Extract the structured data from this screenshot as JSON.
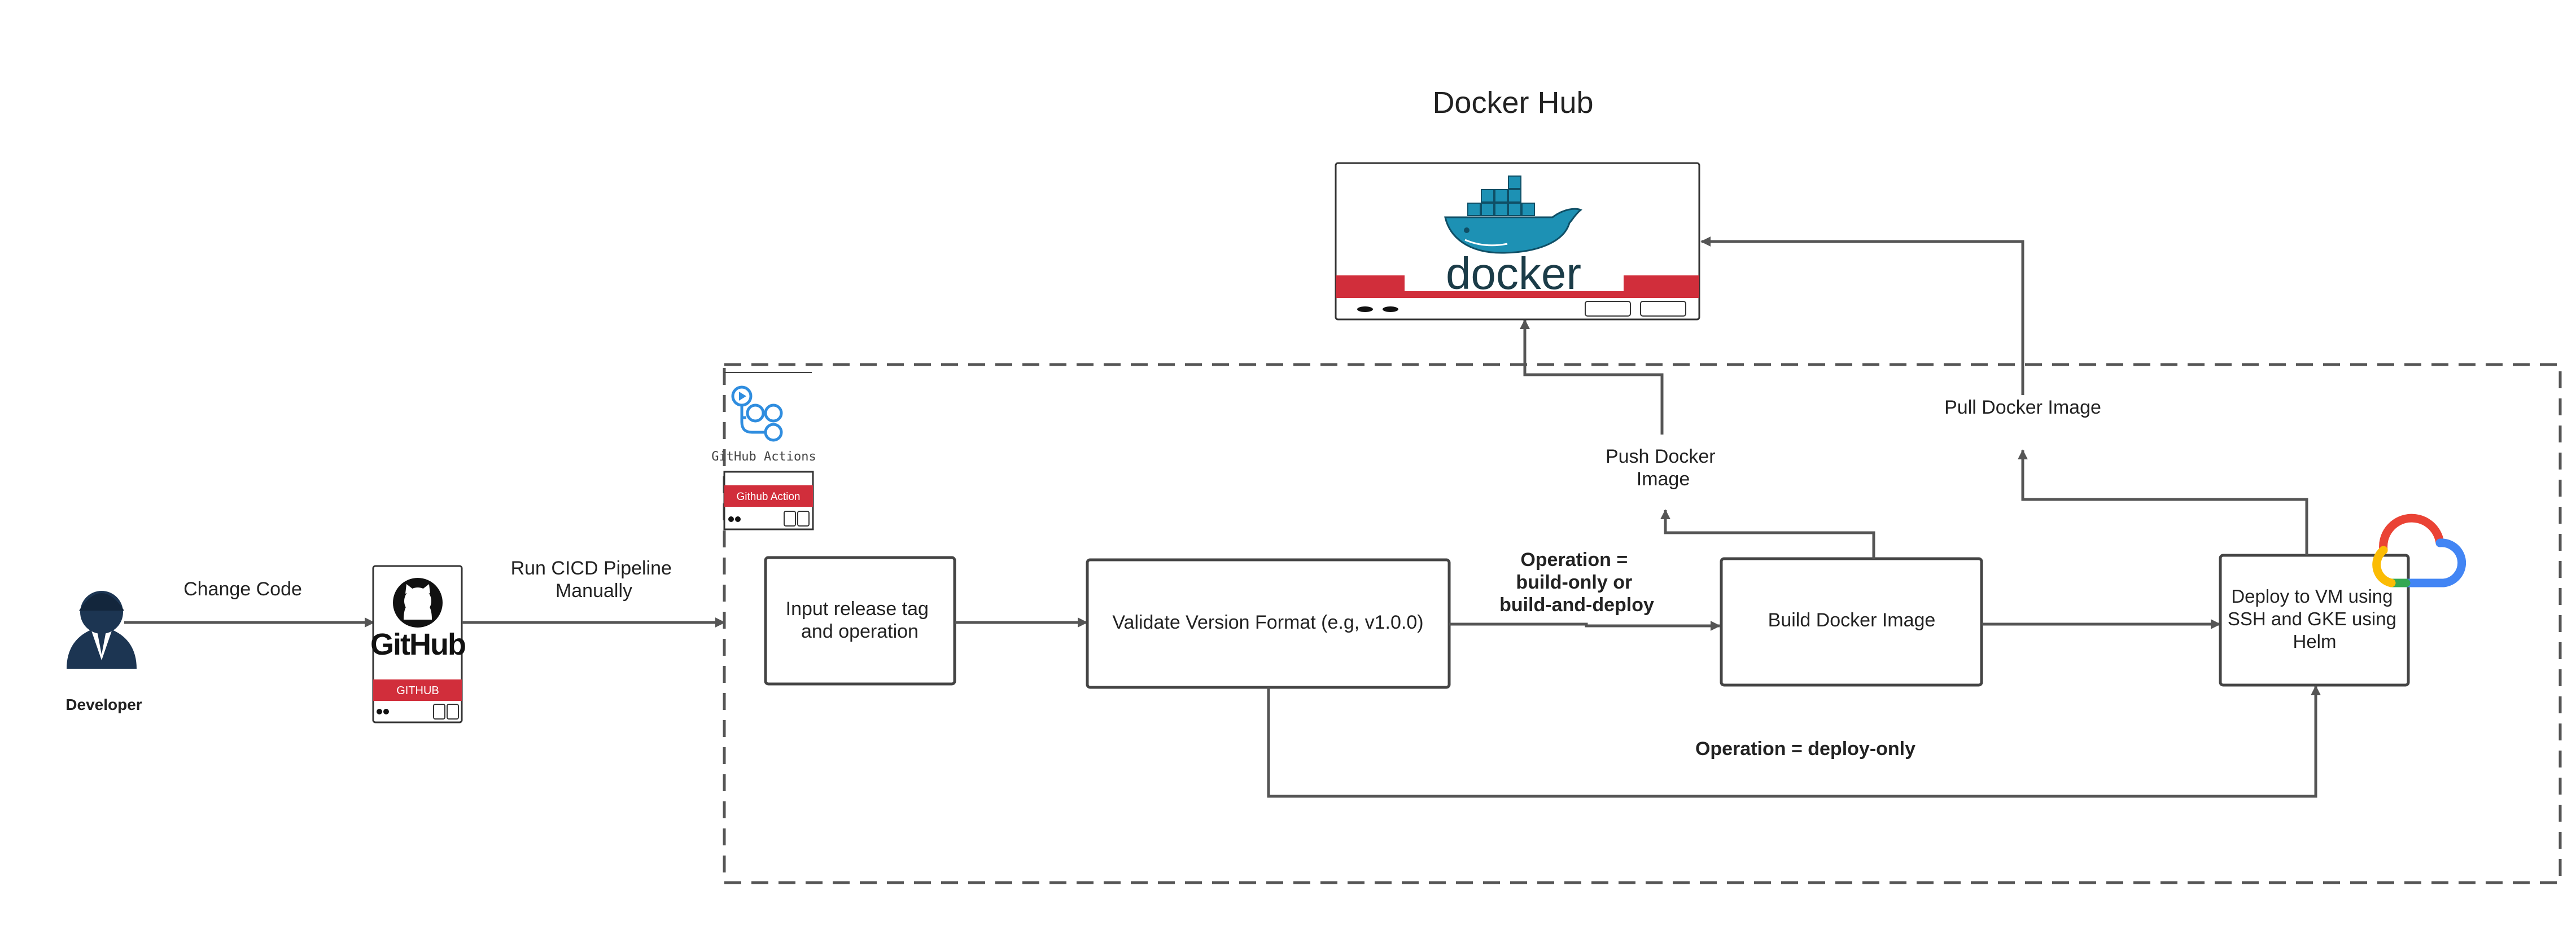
{
  "title": "Docker Hub",
  "actors": {
    "developer": "Developer"
  },
  "edges": {
    "change_code": "Change Code",
    "run_pipeline": [
      "Run CICD Pipeline",
      "Manually"
    ],
    "operation_build": [
      "Operation =",
      "build-only or",
      "build-and-deploy"
    ],
    "operation_deploy": "Operation = deploy-only",
    "push_image": [
      "Push Docker",
      "Image"
    ],
    "pull_image": "Pull Docker Image"
  },
  "nodes": {
    "github_card_label": "GITHUB",
    "github_logo_text": "GitHub",
    "actions_title": "GitHub Actions",
    "actions_card_label": "Github Action",
    "docker_logo_text": "docker",
    "input": [
      "Input release tag",
      "and operation"
    ],
    "validate": "Validate Version Format (e.g, v1.0.0)",
    "build": "Build Docker Image",
    "deploy": [
      "Deploy to VM using",
      "SSH and GKE using",
      "Helm"
    ]
  },
  "colors": {
    "accent_red": "#d12e3b",
    "line": "#555555",
    "box_stroke": "#444444",
    "docker_blue": "#1d91b4",
    "docker_text": "#1b3c48",
    "actions_blue": "#2f8ddf",
    "developer_navy": "#1c3552"
  },
  "icons": [
    "developer-icon",
    "github-octocat-icon",
    "github-actions-icon",
    "docker-whale-icon",
    "google-cloud-icon"
  ]
}
